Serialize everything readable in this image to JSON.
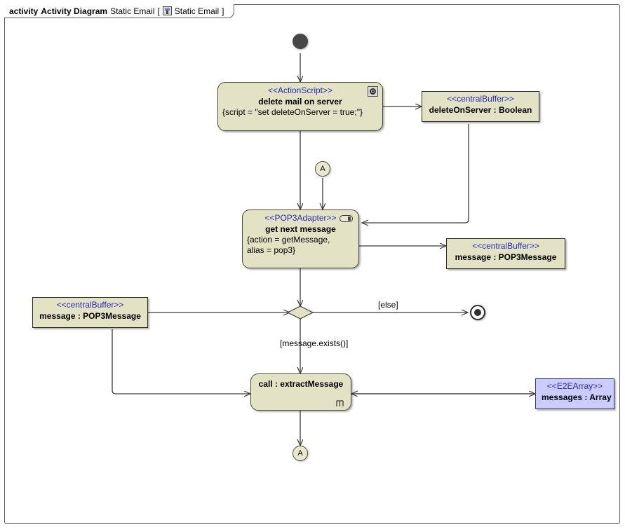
{
  "frame": {
    "keyword": "activity",
    "diagram_type": "Activity Diagram",
    "name": "Static Email",
    "bracket_open": "[",
    "icon": "diagram-icon",
    "scope": "Static Email",
    "bracket_close": "]"
  },
  "nodes": {
    "initial": {
      "name": "initial-node"
    },
    "delete_mail": {
      "stereotype": "<<ActionScript>>",
      "name": "delete mail on server",
      "props": "{script = \"set deleteOnServer = true;\"}",
      "icon": "script-gear-icon"
    },
    "buffer_delete_on_server": {
      "stereotype": "<<centralBuffer>>",
      "name": "deleteOnServer : Boolean"
    },
    "connector_top": {
      "label": "A"
    },
    "get_next_message": {
      "stereotype": "<<POP3Adapter>>",
      "name": "get next message",
      "props_line1": "{action = getMessage,",
      "props_line2": "alias = pop3}",
      "icon": "adapter-pill-icon"
    },
    "buffer_message_right": {
      "stereotype": "<<centralBuffer>>",
      "name": "message : POP3Message"
    },
    "buffer_message_left": {
      "stereotype": "<<centralBuffer>>",
      "name": "message : POP3Message"
    },
    "decision": {
      "name": "decision-diamond"
    },
    "final": {
      "name": "activity-final-node"
    },
    "call_extract": {
      "name": "call : extractMessage",
      "icon": "call-behavior-rake-icon"
    },
    "buffer_messages_array": {
      "stereotype": "<<E2EArray>>",
      "name": "messages : Array"
    },
    "connector_bottom": {
      "label": "A"
    }
  },
  "guards": {
    "else": "[else]",
    "message_exists": "[message.exists()]"
  },
  "colors": {
    "node_fill": "#E2E2C4",
    "array_fill": "#CCCCFF",
    "stereotype_text": "#2B2BBB",
    "frame_border": "#5A5A8A",
    "edge": "#3A3A3A"
  }
}
